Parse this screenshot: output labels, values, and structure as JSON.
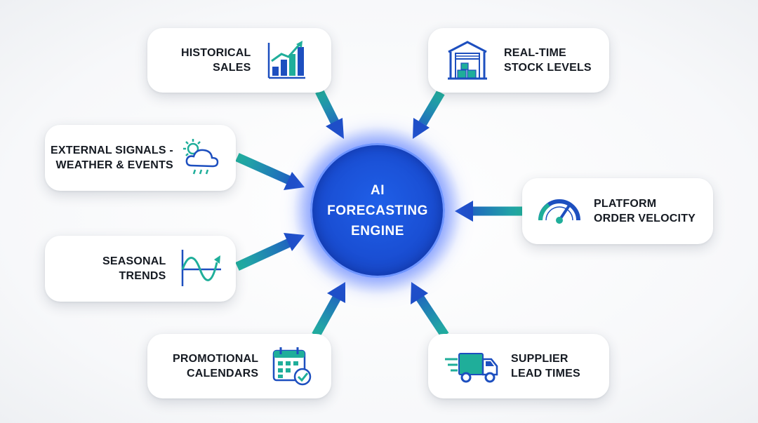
{
  "center": {
    "lines": [
      "AI",
      "FORECASTING",
      "ENGINE"
    ]
  },
  "inputs": {
    "historical_sales": {
      "lines": [
        "HISTORICAL",
        "SALES"
      ],
      "icon": "bar-chart-growth-icon"
    },
    "real_time_stock": {
      "lines": [
        "REAL-TIME",
        "STOCK LEVELS"
      ],
      "icon": "warehouse-icon"
    },
    "external_signals": {
      "lines": [
        "EXTERNAL SIGNALS -",
        "WEATHER & EVENTS"
      ],
      "icon": "weather-icon"
    },
    "platform_velocity": {
      "lines": [
        "PLATFORM",
        "ORDER VELOCITY"
      ],
      "icon": "speedometer-icon"
    },
    "seasonal_trends": {
      "lines": [
        "SEASONAL",
        "TRENDS"
      ],
      "icon": "sine-wave-icon"
    },
    "promotional_calendars": {
      "lines": [
        "PROMOTIONAL",
        "CALENDARS"
      ],
      "icon": "calendar-check-icon"
    },
    "supplier_lead_times": {
      "lines": [
        "SUPPLIER",
        "LEAD TIMES"
      ],
      "icon": "delivery-truck-icon"
    }
  },
  "colors": {
    "engine_blue": "#1a4fd4",
    "arrow_teal": "#22b3a0",
    "arrow_blue": "#1f4fc8",
    "icon_blue": "#1d4fbf",
    "icon_teal": "#1fae9a",
    "label_text": "#151a22"
  }
}
